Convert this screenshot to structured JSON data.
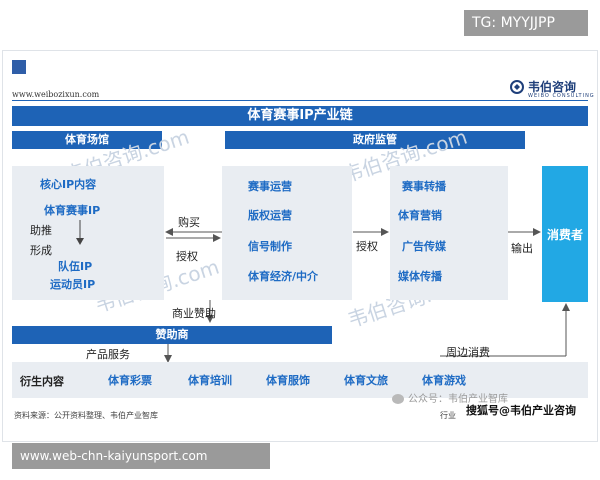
{
  "tag": "TG: MYYJJPP",
  "header": {
    "website": "www.weibozixun.com",
    "brand_cn": "韦伯咨询",
    "brand_en": "WEIBO CONSULTING"
  },
  "title": "体育赛事IP产业链",
  "sections": {
    "venue": "体育场馆",
    "government": "政府监管",
    "sponsor": "赞助商"
  },
  "left_panel": {
    "core": "核心IP内容",
    "event_ip": "体育赛事IP",
    "team_ip": "队伍IP",
    "athlete_ip": "运动员IP",
    "push": "助推",
    "form": "形成"
  },
  "middle_panel": [
    "赛事运营",
    "版权运营",
    "信号制作",
    "体育经济/中介"
  ],
  "right_panel": [
    "赛事转播",
    "体育营销",
    "广告传媒",
    "媒体传播"
  ],
  "consumer": "消费者",
  "flows": {
    "buy": "购买",
    "license_left": "授权",
    "license_right": "授权",
    "output": "输出",
    "commercial_sponsor": "商业赞助",
    "product_service": "产品服务",
    "surrounding": "周边消费"
  },
  "derivatives": {
    "label": "衍生内容",
    "items": [
      "体育彩票",
      "体育培训",
      "体育服饰",
      "体育文旅",
      "体育游戏"
    ]
  },
  "source": "资料来源：公开资料整理、韦伯产业智库",
  "source_tail": "行业",
  "watermarks": {
    "wechat": "公众号：韦伯产业智库",
    "sohu": "搜狐号@韦伯产业咨询",
    "brand_wm": "韦伯咨询.com"
  },
  "footer_url": "www.web-chn-kaiyunsport.com",
  "colors": {
    "primary_blue": "#1e63b6",
    "consumer_blue": "#22a8e4",
    "panel_grey": "#e9edf2",
    "text_blue": "#1e6bc4"
  }
}
